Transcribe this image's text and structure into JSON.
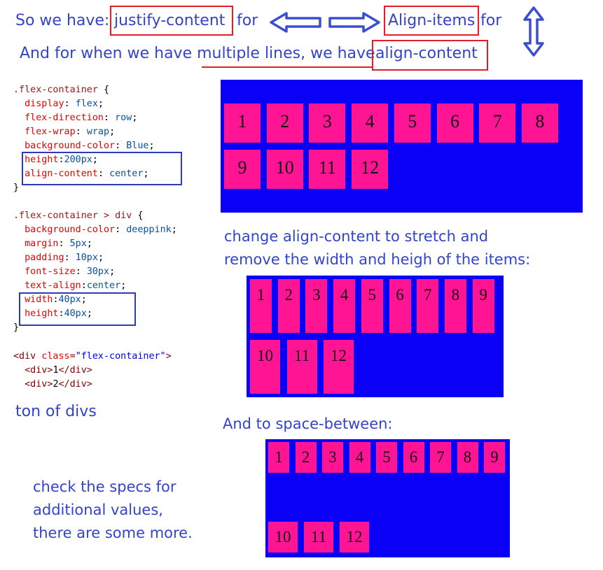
{
  "header": {
    "line1_prefix": "So we have:",
    "justify_content": "justify-content",
    "for_1": "for",
    "align_items": "Align-items",
    "for_2": "for",
    "line2_prefix": "And for when we have ",
    "multiple_lines": "multiple lines, we have",
    "align_content": "align-content"
  },
  "code": {
    "lines1": [
      [
        [
          "sel",
          ".flex-container"
        ],
        [
          "pun",
          " {"
        ]
      ],
      [
        [
          "pun",
          "  "
        ],
        [
          "prop",
          "display"
        ],
        [
          "pun",
          ": "
        ],
        [
          "val",
          "flex"
        ],
        [
          "pun",
          ";"
        ]
      ],
      [
        [
          "pun",
          "  "
        ],
        [
          "prop",
          "flex-direction"
        ],
        [
          "pun",
          ": "
        ],
        [
          "val",
          "row"
        ],
        [
          "pun",
          ";"
        ]
      ],
      [
        [
          "pun",
          "  "
        ],
        [
          "prop",
          "flex-wrap"
        ],
        [
          "pun",
          ": "
        ],
        [
          "val",
          "wrap"
        ],
        [
          "pun",
          ";"
        ]
      ],
      [
        [
          "pun",
          "  "
        ],
        [
          "prop",
          "background-color"
        ],
        [
          "pun",
          ": "
        ],
        [
          "val",
          "Blue"
        ],
        [
          "pun",
          ";"
        ]
      ],
      [
        [
          "pun",
          "  "
        ],
        [
          "prop",
          "height"
        ],
        [
          "pun",
          ":"
        ],
        [
          "val",
          "200px"
        ],
        [
          "pun",
          ";"
        ]
      ],
      [
        [
          "pun",
          "  "
        ],
        [
          "prop",
          "align-content"
        ],
        [
          "pun",
          ": "
        ],
        [
          "val",
          "center"
        ],
        [
          "pun",
          ";"
        ]
      ],
      [
        [
          "pun",
          "}"
        ]
      ]
    ],
    "lines2": [
      [
        [
          "sel",
          ".flex-container > div"
        ],
        [
          "pun",
          " {"
        ]
      ],
      [
        [
          "pun",
          "  "
        ],
        [
          "prop",
          "background-color"
        ],
        [
          "pun",
          ": "
        ],
        [
          "val",
          "deeppink"
        ],
        [
          "pun",
          ";"
        ]
      ],
      [
        [
          "pun",
          "  "
        ],
        [
          "prop",
          "margin"
        ],
        [
          "pun",
          ": "
        ],
        [
          "val",
          "5px"
        ],
        [
          "pun",
          ";"
        ]
      ],
      [
        [
          "pun",
          "  "
        ],
        [
          "prop",
          "padding"
        ],
        [
          "pun",
          ": "
        ],
        [
          "val",
          "10px"
        ],
        [
          "pun",
          ";"
        ]
      ],
      [
        [
          "pun",
          "  "
        ],
        [
          "prop",
          "font-size"
        ],
        [
          "pun",
          ": "
        ],
        [
          "val",
          "30px"
        ],
        [
          "pun",
          ";"
        ]
      ],
      [
        [
          "pun",
          "  "
        ],
        [
          "prop",
          "text-align"
        ],
        [
          "pun",
          ":"
        ],
        [
          "val",
          "center"
        ],
        [
          "pun",
          ";"
        ]
      ],
      [
        [
          "pun",
          "  "
        ],
        [
          "prop",
          "width"
        ],
        [
          "pun",
          ":"
        ],
        [
          "val",
          "40px"
        ],
        [
          "pun",
          ";"
        ]
      ],
      [
        [
          "pun",
          "  "
        ],
        [
          "prop",
          "height"
        ],
        [
          "pun",
          ":"
        ],
        [
          "val",
          "40px"
        ],
        [
          "pun",
          ";"
        ]
      ],
      [
        [
          "pun",
          "}"
        ]
      ]
    ],
    "lines3": [
      [
        [
          "tag",
          "<div "
        ],
        [
          "att",
          "class"
        ],
        [
          "tag",
          "="
        ],
        [
          "str",
          "\"flex-container\""
        ],
        [
          "tag",
          ">"
        ]
      ],
      [
        [
          "pun",
          "  "
        ],
        [
          "tag",
          "<div>"
        ],
        [
          "pun",
          "1"
        ],
        [
          "tag",
          "</div>"
        ]
      ],
      [
        [
          "pun",
          "  "
        ],
        [
          "tag",
          "<div>"
        ],
        [
          "pun",
          "2"
        ],
        [
          "tag",
          "</div>"
        ]
      ]
    ]
  },
  "notes": {
    "ton_of_divs": "ton of divs",
    "specs": [
      "check the specs for",
      "additional values,",
      "there are some more."
    ],
    "stretch": [
      "change align-content to stretch and",
      "remove the width and heigh of the items:"
    ],
    "space_between": "And to space-between:"
  },
  "items": [
    "1",
    "2",
    "3",
    "4",
    "5",
    "6",
    "7",
    "8",
    "9",
    "10",
    "11",
    "12"
  ],
  "colors": {
    "container": "#0a00f5",
    "item": "#ff1493",
    "handwriting": "#3344cc",
    "highlight": "#e01e28"
  },
  "icons": [
    "left-arrow-icon",
    "right-arrow-icon",
    "up-down-arrow-icon"
  ]
}
